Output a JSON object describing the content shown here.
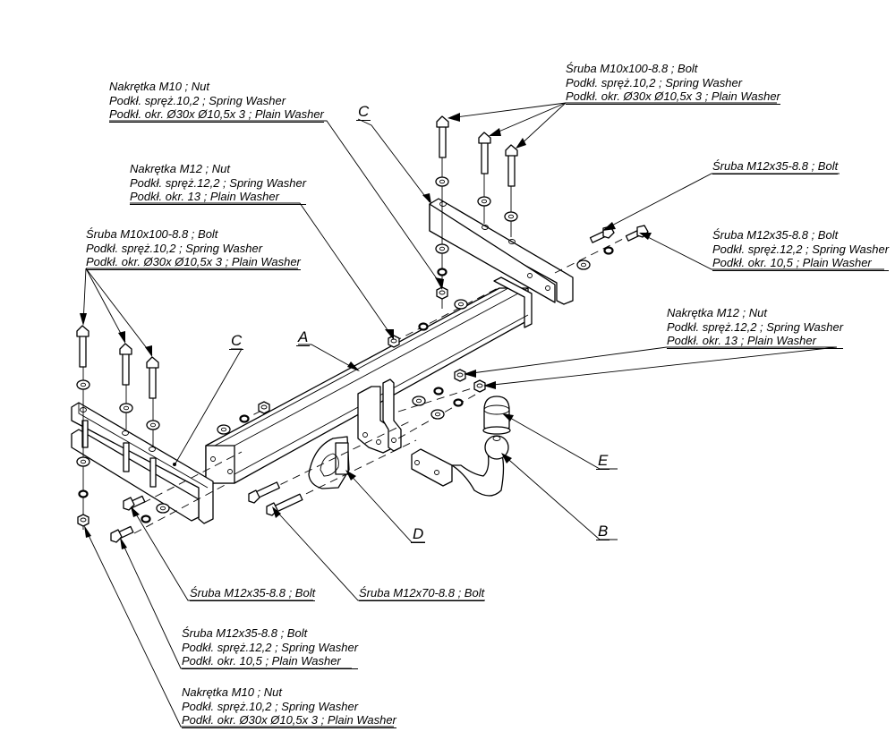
{
  "title": "Tow bar exploded assembly diagram",
  "part_letters": {
    "A": "A",
    "B": "B",
    "C_top": "C",
    "C_left": "C",
    "D": "D",
    "E": "E"
  },
  "callouts": {
    "top_left_nut_m10": [
      "Nakrętka  M10 ; Nut",
      "Podkł. spręż.10,2 ; Spring Washer",
      "Podkł. okr.  Ø30x Ø10,5x 3 ; Plain Washer"
    ],
    "top_right_bolt_m10": [
      "Śruba M10x100-8.8 ;  Bolt",
      "Podkł. spręż.10,2 ; Spring Washer",
      "Podkł. okr.  Ø30x Ø10,5x 3 ; Plain Washer"
    ],
    "mid_left_nut_m12": [
      "Nakrętka  M12 ; Nut",
      "Podkł. spręż.12,2 ; Spring Washer",
      "Podkł. okr. 13 ; Plain Washer"
    ],
    "right_bolt_m12x35": [
      "Śruba M12x35-8.8 ;  Bolt"
    ],
    "right_bolt_m12x35_washers": [
      "Śruba M12x35-8.8 ;  Bolt",
      "Podkł. spręż.12,2 ; Spring Washer",
      "Podkł. okr. 10,5 ; Plain Washer"
    ],
    "left_bolt_m10": [
      "Śruba M10x100-8.8 ;  Bolt",
      "Podkł. spręż.10,2 ; Spring Washer",
      "Podkł. okr.  Ø30x Ø10,5x 3 ; Plain Washer"
    ],
    "right_nut_m12": [
      "Nakrętka  M12 ; Nut",
      "Podkł. spręż.12,2 ; Spring Washer",
      "Podkł. okr. 13 ; Plain Washer"
    ],
    "bottom_bolt_m12x35": [
      "Śruba M12x35-8.8 ;  Bolt"
    ],
    "bottom_bolt_m12x70": [
      "Śruba M12x70-8.8 ;  Bolt"
    ],
    "bottom_bolt_m12x35_washers": [
      "Śruba M12x35-8.8 ;  Bolt",
      "Podkł. spręż.12,2 ; Spring Washer",
      "Podkł. okr. 10,5 ; Plain Washer"
    ],
    "bottom_nut_m10": [
      "Nakrętka  M10 ; Nut",
      "Podkł. spręż.10,2 ; Spring Washer",
      "Podkł. okr.  Ø30x Ø10,5x 3 ; Plain Washer"
    ]
  }
}
